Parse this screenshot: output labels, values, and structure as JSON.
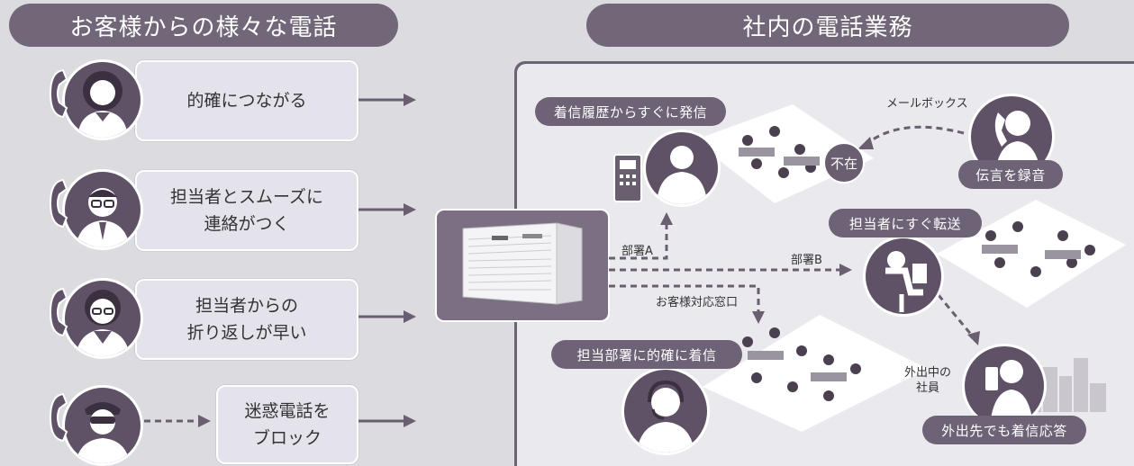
{
  "headers": {
    "left": "お客様からの様々な電話",
    "right": "社内の電話業務"
  },
  "left_items": [
    {
      "label": "的確につながる"
    },
    {
      "label": "担当者とスムーズに\n連絡がつく"
    },
    {
      "label": "担当者からの\n折り返しが早い"
    },
    {
      "label": "迷惑電話を\nブロック"
    }
  ],
  "tags": {
    "history": "着信履歴からすぐに発信",
    "transfer": "担当者にすぐ転送",
    "department": "担当部署に的確に着信",
    "record": "伝言を録音",
    "outside": "外出先でも着信応答"
  },
  "labels": {
    "absent": "不在",
    "mailbox": "メールボックス",
    "dept_a": "部署A",
    "dept_b": "部署B",
    "customer_window": "お客様対応窓口",
    "outside_staff": "外出中の\n社員"
  },
  "colors": {
    "accent": "#726679",
    "panel": "#eae9ed",
    "background": "#dcdbe0"
  }
}
